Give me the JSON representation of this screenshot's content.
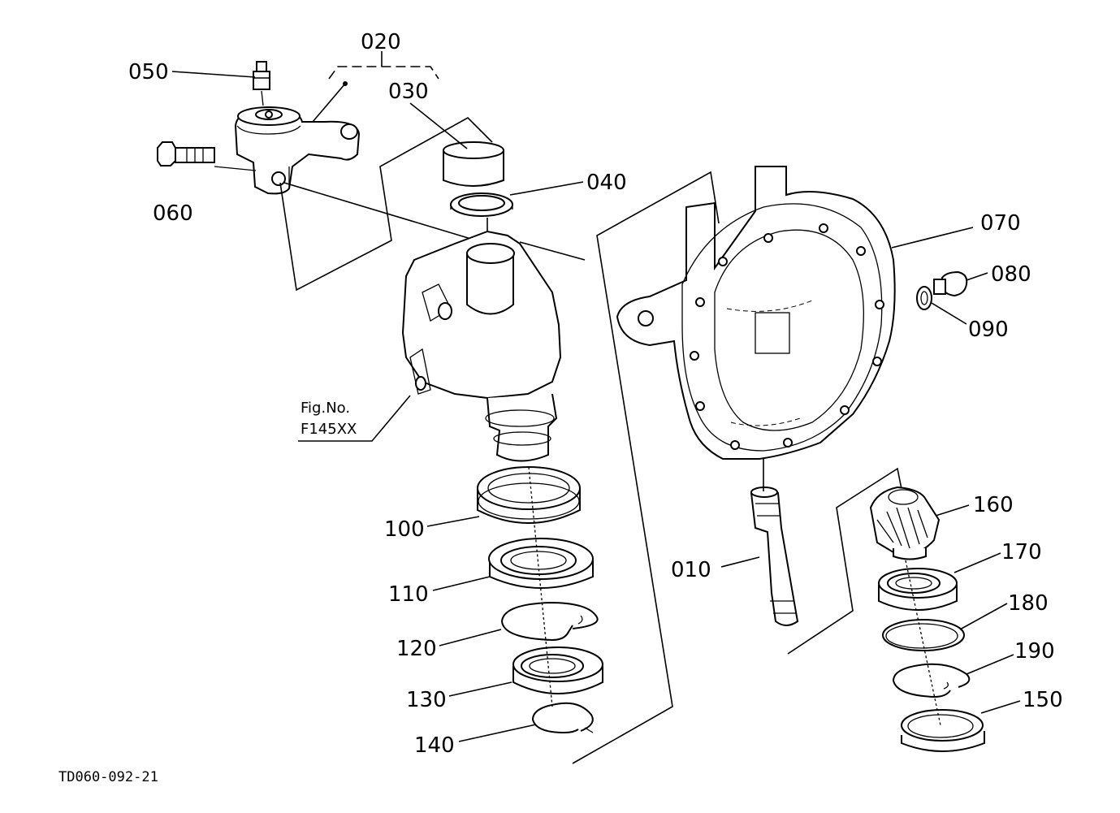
{
  "diagram": {
    "drawing_code": "TD060-092-21",
    "figure_ref": {
      "line1": "Fig.No.",
      "line2": "F145XX"
    },
    "labels": {
      "p010": "010",
      "p020": "020",
      "p030": "030",
      "p040": "040",
      "p050": "050",
      "p060": "060",
      "p070": "070",
      "p080": "080",
      "p090": "090",
      "p100": "100",
      "p110": "110",
      "p120": "120",
      "p130": "130",
      "p140": "140",
      "p150": "150",
      "p160": "160",
      "p170": "170",
      "p180": "180",
      "p190": "190"
    }
  }
}
